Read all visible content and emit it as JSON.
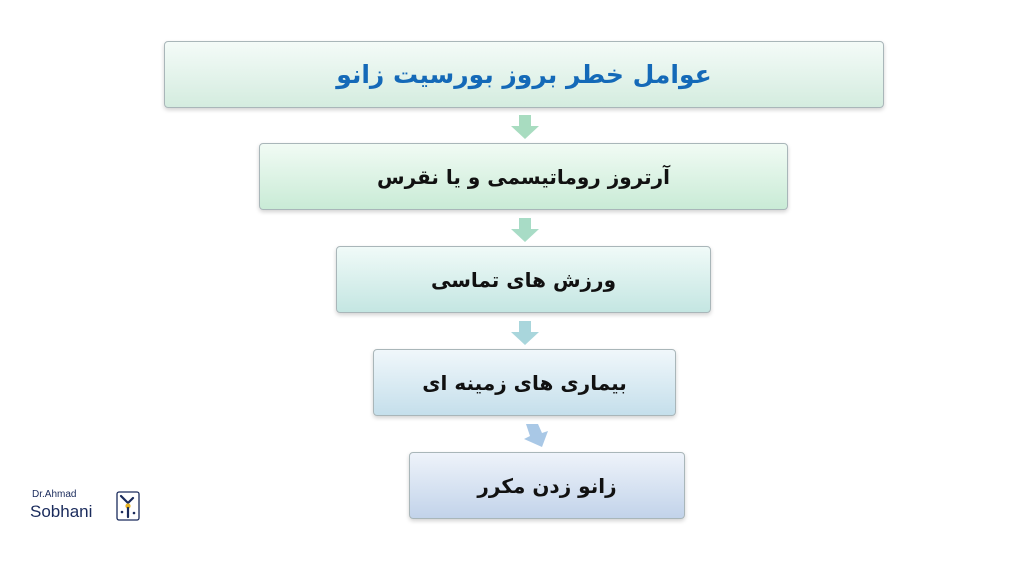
{
  "flowchart": {
    "steps": [
      "عوامل خطر بروز بورسیت زانو",
      "آرتروز روماتیسمی و یا نقرس",
      "ورزش های تماسی",
      "بیماری های زمینه ای",
      "زانو زدن مکرر"
    ],
    "arrow_colors": [
      "#a8dcc0",
      "#a8dcc6",
      "#a9d6dc",
      "#a9c8e6"
    ]
  },
  "logo": {
    "line1": "Dr.Ahmad",
    "line2": "Sobhani",
    "icon": "knee-joint-icon"
  }
}
